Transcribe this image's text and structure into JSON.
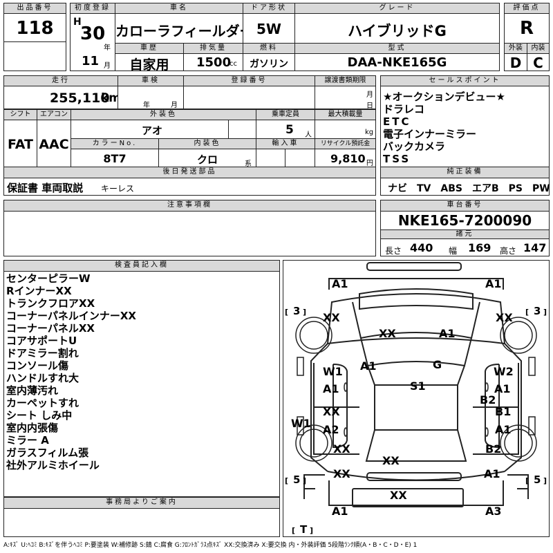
{
  "header": {
    "lot_no_label": "出品番号",
    "lot_no": "118",
    "first_reg_label": "初度登録",
    "era": "H",
    "year": "30",
    "year_unit": "年",
    "month": "11",
    "month_unit": "月",
    "name_label": "車名",
    "name": "カローラフィールダー",
    "door_label": "ドア形状",
    "door": "5W",
    "grade_label": "グレード",
    "grade": "ハイブリッドG",
    "score_label": "評価点",
    "score": "R",
    "history_label": "車歴",
    "history": "自家用",
    "displacement_label": "排気量",
    "displacement": "1500",
    "displacement_unit": "cc",
    "fuel_label": "燃料",
    "fuel": "ガソリン",
    "model_label": "型式",
    "model": "DAA-NKE165G",
    "exterior_label": "外装",
    "exterior_grade": "D",
    "interior_label": "内装",
    "interior_grade": "C"
  },
  "row2": {
    "mileage_label": "走行",
    "mileage": "255,110",
    "mileage_unit": "km",
    "inspection_label": "車検",
    "insp_year_unit": "年",
    "insp_month_unit": "月",
    "reg_no_label": "登録番号",
    "transfer_label": "譲渡書類期限",
    "transfer_month_unit": "月",
    "transfer_day_unit": "日",
    "sales_label": "セールスポイント",
    "sales_points": [
      "★オークションデビュー★",
      "ドラレコ",
      "ETC",
      "電子インナーミラー",
      "バックカメラ",
      "TSS"
    ]
  },
  "row3": {
    "shift_label": "シフト",
    "shift": "FAT",
    "ac_label": "エアコン",
    "ac": "AAC",
    "color_label": "外装色",
    "color": "アオ",
    "capacity_label": "乗車定員",
    "capacity": "5",
    "capacity_unit": "人",
    "load_label": "最大積載量",
    "load_unit": "kg",
    "color_no_label": "カラーNo.",
    "color_no": "8T7",
    "int_color_label": "内装色",
    "int_color": "クロ",
    "int_color_unit": "系",
    "import_label": "輸入車",
    "recycle_label": "リサイクル預託金",
    "recycle": "9,810",
    "recycle_unit": "円"
  },
  "parts": {
    "label": "後日発送部品",
    "items": "保証書 車両取説",
    "extra": "キーレス"
  },
  "equipment": {
    "label": "純正装備",
    "items": "ナビ　TV　ABS　エアB　PS　PW"
  },
  "caution": {
    "label": "注意事項欄"
  },
  "chassis": {
    "label": "車台番号",
    "value": "NKE165-7200090"
  },
  "dims": {
    "label": "諸元",
    "length_label": "長さ",
    "length": "440",
    "width_label": "幅",
    "width": "169",
    "height_label": "高さ",
    "height": "147"
  },
  "inspector": {
    "label": "検査員記入欄",
    "notes": [
      "センターピラーW",
      "RインナーXX",
      "トランクフロアXX",
      "コーナーパネルインナーXX",
      "コーナーパネルXX",
      "コアサポートU",
      "ドアミラー割れ",
      "コンソール傷",
      "ハンドルすれ大",
      "室内薄汚れ",
      "カーペットすれ",
      "シート しみ中",
      "室内内張傷",
      "ミラー A",
      "ガラスフィルム張",
      "社外アルミホイール"
    ]
  },
  "office": {
    "label": "事務局よりご案内"
  },
  "diagram": {
    "marks": [
      "A1",
      "A1",
      "XX",
      "XX",
      "XX",
      "A1",
      "A1",
      "G",
      "W1",
      "W2",
      "A1",
      "A1",
      "S1",
      "B2",
      "XX",
      "B1",
      "A2",
      "A1",
      "W1",
      "XX",
      "XX",
      "B2",
      "XX",
      "A1",
      "A1",
      "XX",
      "A1",
      "A3"
    ],
    "brackets": [
      "3",
      "3",
      "5",
      "5",
      "T"
    ]
  },
  "legend": "A:ｷｽﾞ U:ﾍｺﾐ B:ｷｽﾞを伴うﾍｺﾐ P:要塗装 W:補修跡 S:錆 C:腐食 G:ﾌﾛﾝﾄｶﾞﾗｽ点ｷｽﾞ XX:交換済み X:要交換 内・外装評価 5段階ﾗﾝｸ順(A・B・C・D・E) 1"
}
